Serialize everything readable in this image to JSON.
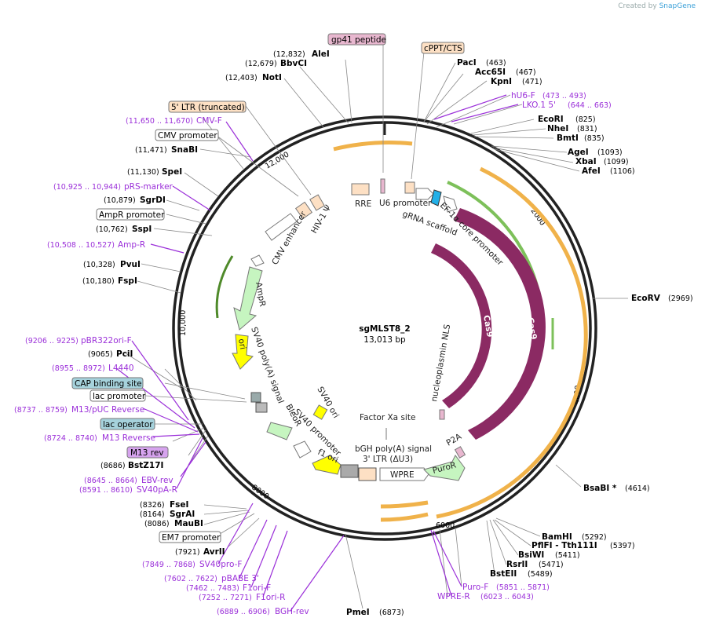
{
  "credit": {
    "prefix": "Created by",
    "brand": "SnapGene"
  },
  "plasmid": {
    "name": "sgMLST8_2",
    "length": "13,013 bp"
  },
  "ruler_ticks": [
    "2000",
    "4000",
    "6000",
    "8000",
    "10,000",
    "12,000"
  ],
  "sites": [
    {
      "pos": "(12,832)",
      "name": "AleI"
    },
    {
      "pos": "(12,679)",
      "name": "BbvCI"
    },
    {
      "pos": "(12,403)",
      "name": "NotI"
    },
    {
      "pos": "(11,471)",
      "name": "SnaBI"
    },
    {
      "pos": "(11,130)",
      "name": "SpeI"
    },
    {
      "pos": "(10,879)",
      "name": "SgrDI"
    },
    {
      "pos": "(10,762)",
      "name": "SspI"
    },
    {
      "pos": "(10,328)",
      "name": "PvuI"
    },
    {
      "pos": "(10,180)",
      "name": "FspI"
    },
    {
      "pos": "(9065)",
      "name": "PciI"
    },
    {
      "pos": "(8686)",
      "name": "BstZ17I"
    },
    {
      "pos": "(8326)",
      "name": "FseI"
    },
    {
      "pos": "(8164)",
      "name": "SgrAI"
    },
    {
      "pos": "(8086)",
      "name": "MauBI"
    },
    {
      "pos": "(7921)",
      "name": "AvrII"
    },
    {
      "pos": "(6873)",
      "name": "PmeI"
    },
    {
      "pos": "(463)",
      "name": "PacI"
    },
    {
      "pos": "(467)",
      "name": "Acc65I"
    },
    {
      "pos": "(471)",
      "name": "KpnI"
    },
    {
      "pos": "(825)",
      "name": "EcoRI"
    },
    {
      "pos": "(831)",
      "name": "NheI"
    },
    {
      "pos": "(835)",
      "name": "BmtI"
    },
    {
      "pos": "(1093)",
      "name": "AgeI"
    },
    {
      "pos": "(1099)",
      "name": "XbaI"
    },
    {
      "pos": "(1106)",
      "name": "AfeI"
    },
    {
      "pos": "(2969)",
      "name": "EcoRV"
    },
    {
      "pos": "(4614)",
      "name": "BsaBI *"
    },
    {
      "pos": "(5292)",
      "name": "BamHI"
    },
    {
      "pos": "(5397)",
      "name": "PflFI - Tth111I"
    },
    {
      "pos": "(5411)",
      "name": "BsiWI"
    },
    {
      "pos": "(5471)",
      "name": "RsrII"
    },
    {
      "pos": "(5489)",
      "name": "BstEII"
    }
  ],
  "primers": [
    {
      "range": "(11,650 .. 11,670)",
      "name": "CMV-F"
    },
    {
      "range": "(10,925 .. 10,944)",
      "name": "pRS-marker"
    },
    {
      "range": "(10,508 .. 10,527)",
      "name": "Amp-R"
    },
    {
      "range": "(9206 .. 9225)",
      "name": "pBR322ori-F"
    },
    {
      "range": "(8955 .. 8972)",
      "name": "L4440"
    },
    {
      "range": "(8737 .. 8759)",
      "name": "M13/pUC Reverse"
    },
    {
      "range": "(8724 .. 8740)",
      "name": "M13 Reverse"
    },
    {
      "range": "(8645 .. 8664)",
      "name": "EBV-rev"
    },
    {
      "range": "(8591 .. 8610)",
      "name": "SV40pA-R"
    },
    {
      "range": "(7849 .. 7868)",
      "name": "SV40pro-F"
    },
    {
      "range": "(7602 .. 7622)",
      "name": "pBABE 3'"
    },
    {
      "range": "(7462 .. 7483)",
      "name": "F1ori-F"
    },
    {
      "range": "(7252 .. 7271)",
      "name": "F1ori-R"
    },
    {
      "range": "(6889 .. 6906)",
      "name": "BGH-rev"
    },
    {
      "range": "(473 .. 493)",
      "name": "hU6-F"
    },
    {
      "range": "(644 .. 663)",
      "name": "LKO.1 5'"
    },
    {
      "range": "(5851 .. 5871)",
      "name": "Puro-F"
    },
    {
      "range": "(6023 .. 6043)",
      "name": "WPRE-R"
    }
  ],
  "boxed_labels": {
    "gp41": "gp41 peptide",
    "cppt": "cPPT/CTS",
    "ltr5": "5' LTR (truncated)",
    "cmv_promoter": "CMV promoter",
    "ampr_promoter": "AmpR promoter",
    "cap": "CAP binding site",
    "lac_promoter": "lac promoter",
    "lac_operator": "lac operator",
    "m13rev": "M13 rev",
    "em7": "EM7 promoter"
  },
  "features": {
    "rre": "RRE",
    "u6": "U6 promoter",
    "grna": "gRNA scaffold",
    "ef1a": "EF-1α core promoter",
    "hiv": "HIV-1 Ψ",
    "cmv_enh": "CMV enhancer",
    "ampr": "AmpR",
    "ori": "ori",
    "sv40pa": "SV40 poly(A) signal",
    "bleor": "BleoR",
    "sv40prom": "SV40 promoter",
    "sv40ori": "SV40 ori",
    "f1ori": "f1 ori",
    "factorxa": "Factor Xa site",
    "bgh": "bGH poly(A) signal",
    "ltr3": "3' LTR (ΔU3)",
    "wpre": "WPRE",
    "puror": "PuroR",
    "p2a": "P2A",
    "nls": "nucleoplasmin NLS",
    "cas9_inner": "Cas9",
    "cas9_outer": "Cas9"
  },
  "colors": {
    "cas9": "#8b2a63",
    "promoter": "#ffffff",
    "green": "#c6f5c0",
    "ori": "#ffff00",
    "ltr": "#fde0c4",
    "primer": "#9b30d9",
    "orange_arc": "#f0b24a"
  }
}
